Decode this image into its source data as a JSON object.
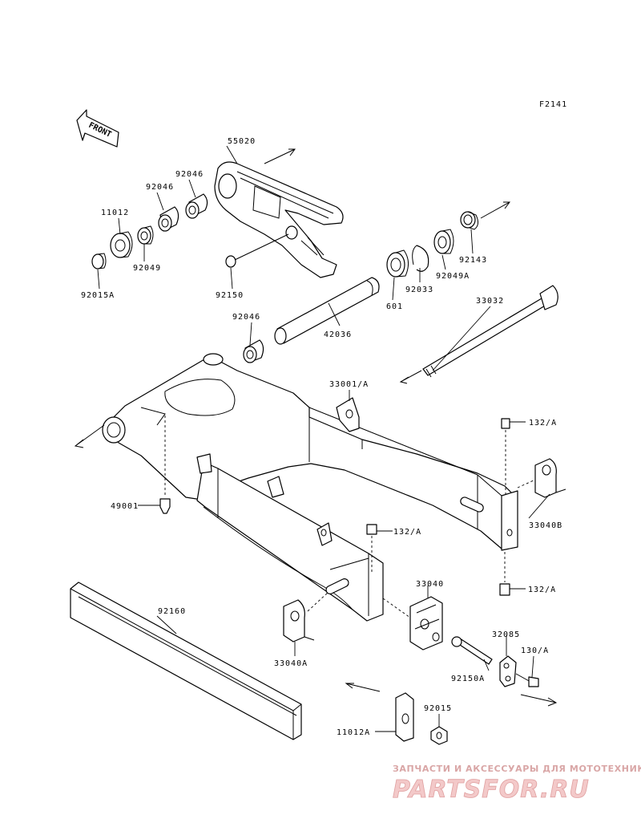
{
  "figure_code": "F2141",
  "front_label": "FRONT",
  "watermark": {
    "caption": "ЗАПЧАСТИ И АКСЕССУАРЫ ДЛЯ МОТОТЕХНИКИ",
    "logo": "PARTSFOR.RU"
  },
  "part_labels": {
    "p55020": "55020",
    "p92046_a": "92046",
    "p92046_b": "92046",
    "p11012": "11012",
    "p92049": "92049",
    "p92015A": "92015A",
    "p92150": "92150",
    "p92046_c": "92046",
    "p42036": "42036",
    "p601": "601",
    "p92033": "92033",
    "p92049A": "92049A",
    "p92143": "92143",
    "p33032": "33032",
    "p33001A": "33001/A",
    "p132A_top": "132/A",
    "p49001": "49001",
    "p33040B": "33040B",
    "p132A_mid": "132/A",
    "p132A_low": "132/A",
    "p33040": "33040",
    "p92160": "92160",
    "p33040A": "33040A",
    "p32085": "32085",
    "p130A": "130/A",
    "p92150A": "92150A",
    "p92015": "92015",
    "p11012A": "11012A"
  }
}
